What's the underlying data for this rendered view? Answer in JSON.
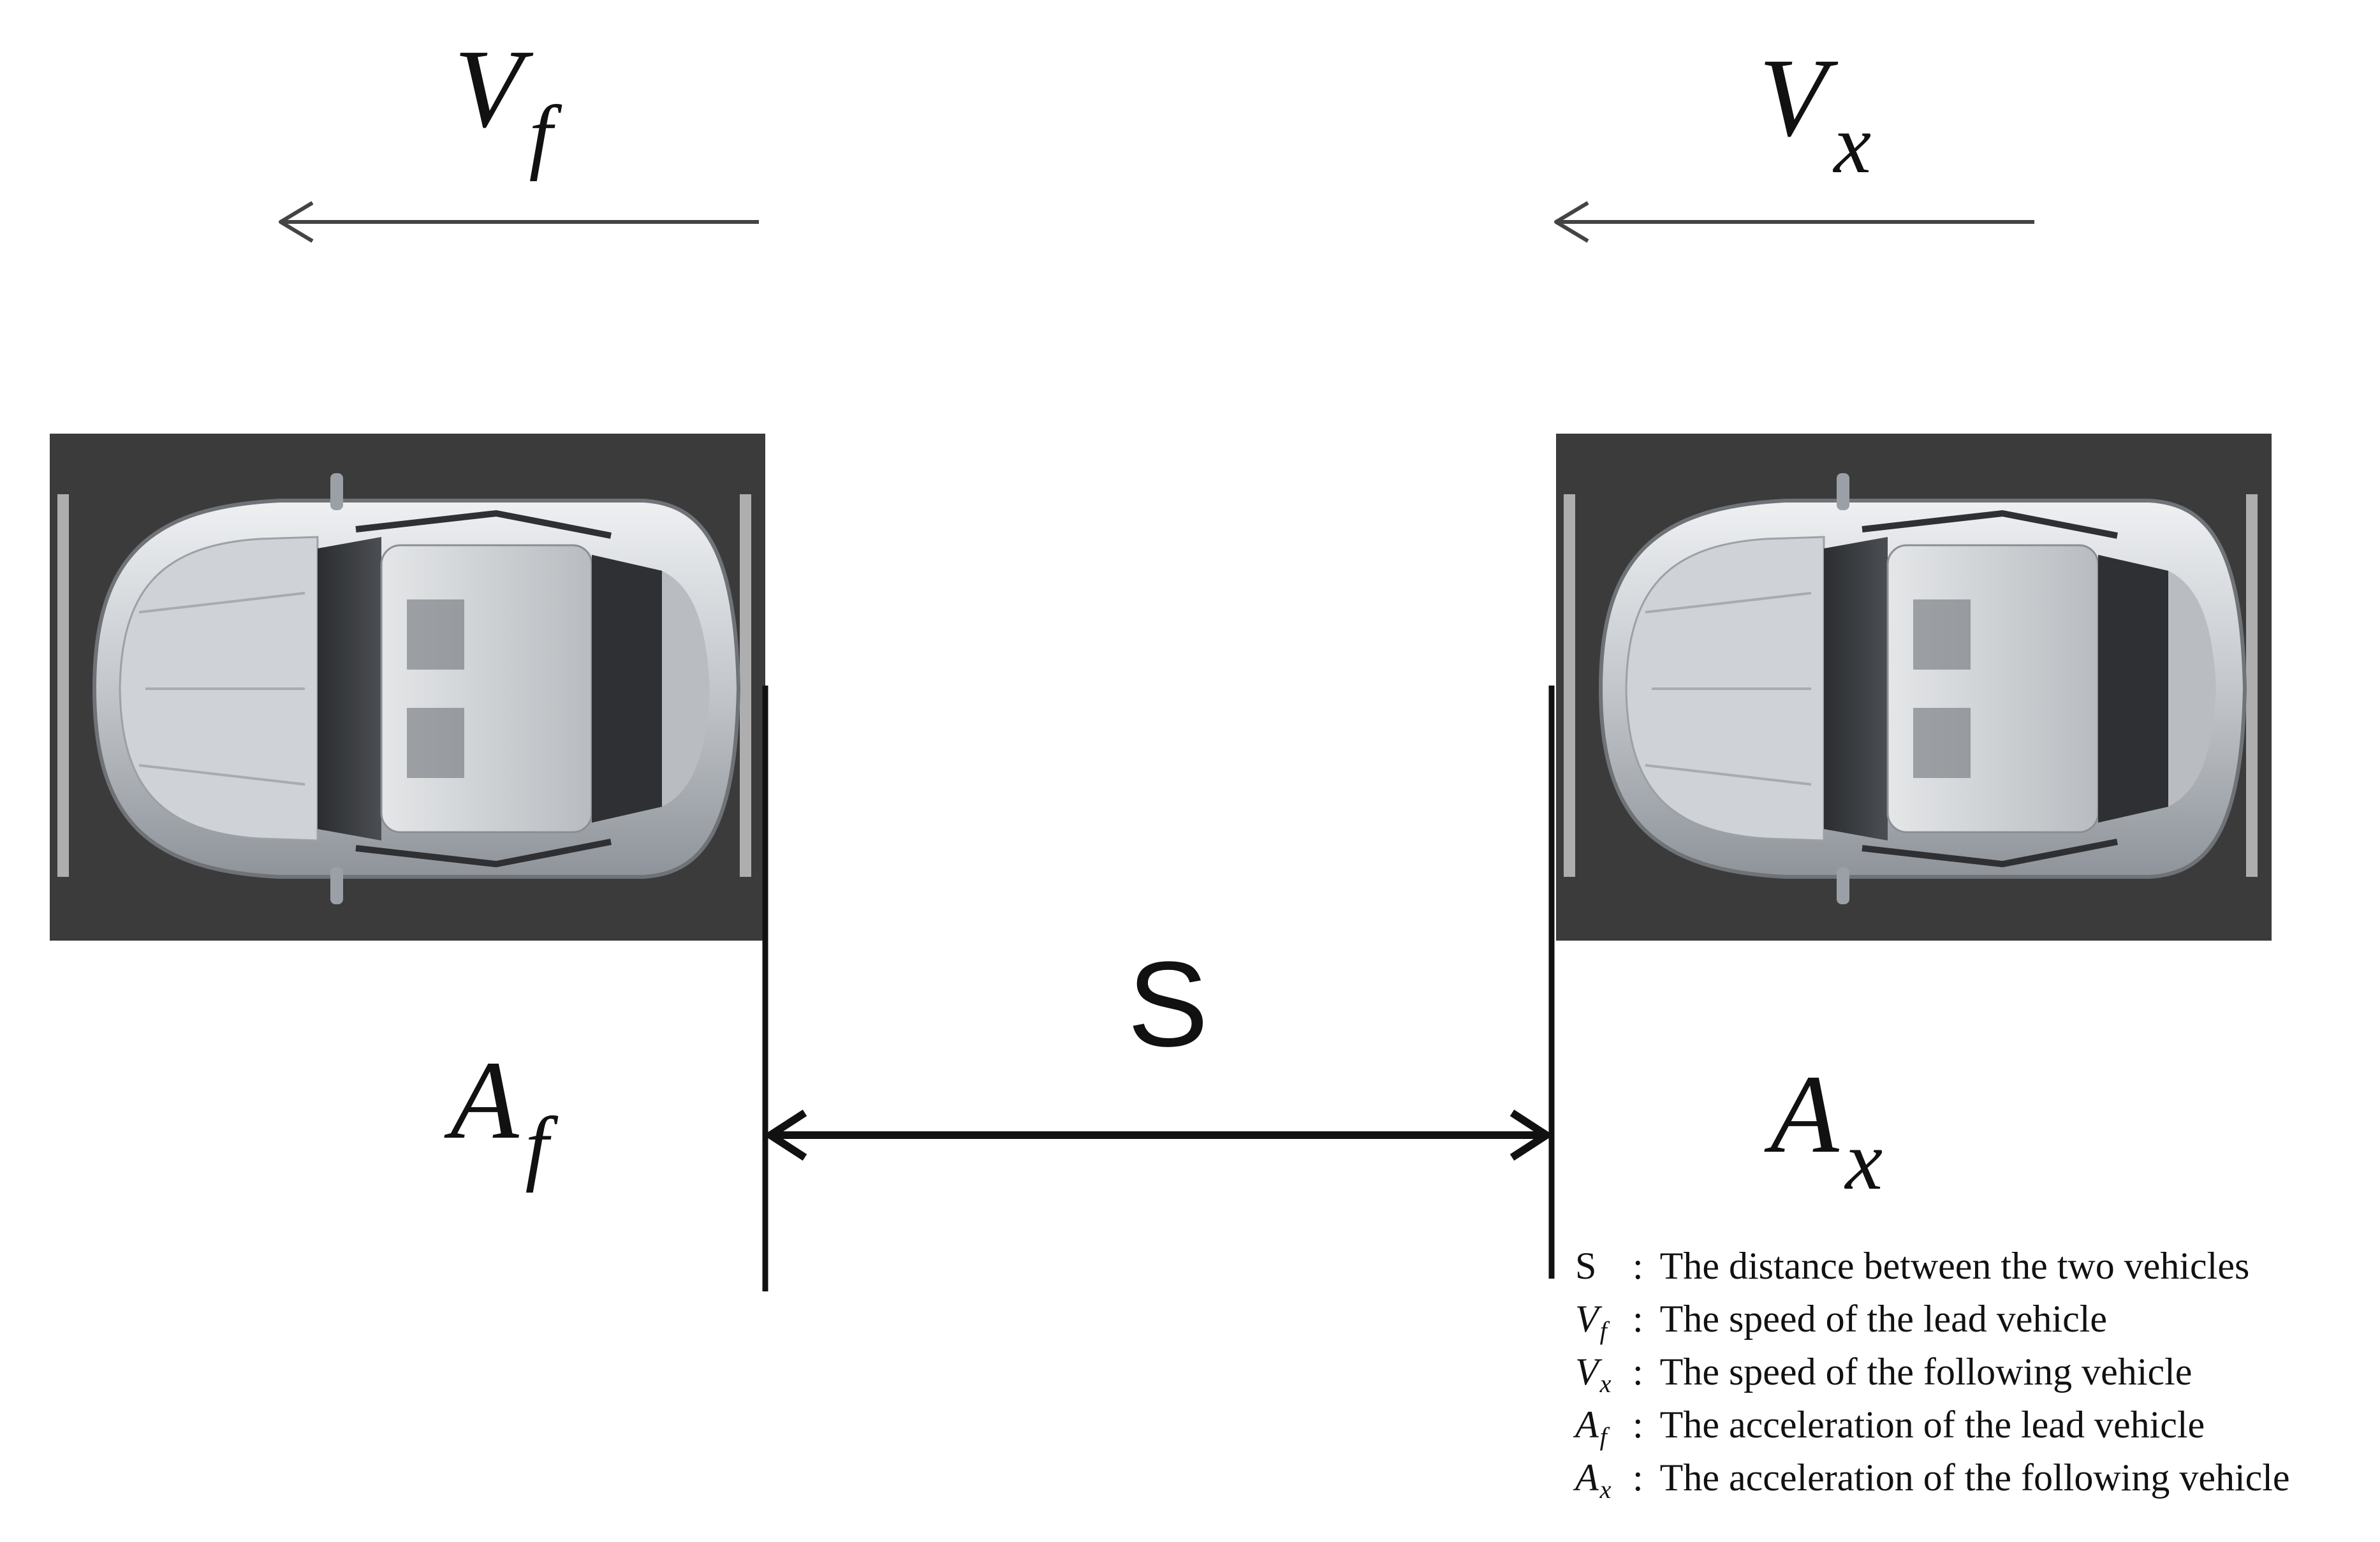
{
  "vehicles": {
    "lead": {
      "speed_symbol": "V",
      "speed_subscript": "f",
      "accel_symbol": "A",
      "accel_subscript": "f"
    },
    "following": {
      "speed_symbol": "V",
      "speed_subscript": "x",
      "accel_symbol": "A",
      "accel_subscript": "x"
    }
  },
  "distance_label": "S",
  "legend": [
    {
      "symbol": "S",
      "subscript": "",
      "separator": ":",
      "text": "The distance between the two vehicles"
    },
    {
      "symbol": "V",
      "subscript": "f",
      "separator": ":",
      "text": "The speed of the lead vehicle"
    },
    {
      "symbol": "V",
      "subscript": "x",
      "separator": ":",
      "text": "The speed of the following vehicle"
    },
    {
      "symbol": "A",
      "subscript": "f",
      "separator": ":",
      "text": "The acceleration of the lead vehicle"
    },
    {
      "symbol": "A",
      "subscript": "x",
      "separator": ":",
      "text": "The acceleration of the following vehicle"
    }
  ],
  "colors": {
    "asphalt": "#3a3a3a",
    "car_body": "#c9ccd0",
    "line": "#111111"
  }
}
